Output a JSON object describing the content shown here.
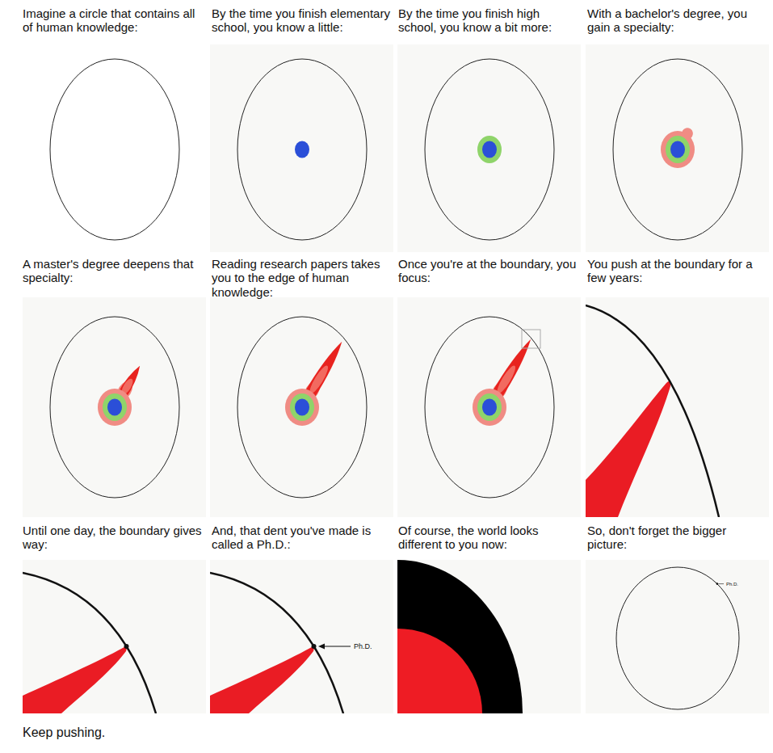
{
  "diagram": {
    "caption": "Keep pushing.",
    "labels": [
      "Imagine a circle that contains all of human knowledge:",
      "By the time you finish elementary school, you know a little:",
      "By the time you finish high school, you know a bit more:",
      "With a bachelor's degree, you gain a specialty:",
      "A master's degree deepens that specialty:",
      "Reading research papers takes you to the edge of human knowledge:",
      "Once you're at the boundary, you focus:",
      "You push at the boundary for a few years:",
      "Until one day, the boundary gives way:",
      "And, that dent you've made is called a Ph.D.:",
      "Of course, the world looks different to you now:",
      "So, don't forget the bigger picture:",
      "Ph.D.",
      "Ph.D."
    ]
  }
}
